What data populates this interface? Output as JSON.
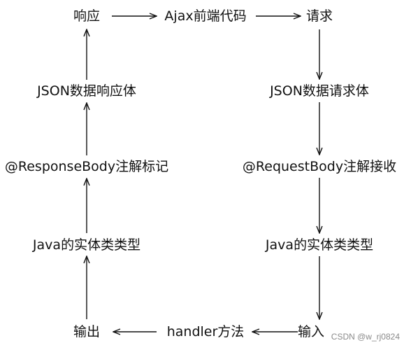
{
  "diagram": {
    "nodes": {
      "response": "响应",
      "ajax_code": "Ajax前端代码",
      "request": "请求",
      "json_response_body": "JSON数据响应体",
      "json_request_body": "JSON数据请求体",
      "response_body_annotation": "@ResponseBody注解标记",
      "request_body_annotation": "@RequestBody注解接收",
      "java_entity_left": "Java的实体类类型",
      "java_entity_right": "Java的实体类类型",
      "output": "输出",
      "handler_method": "handler方法",
      "input": "输入"
    }
  },
  "watermark": {
    "text": "CSDN @w_rj0824"
  }
}
